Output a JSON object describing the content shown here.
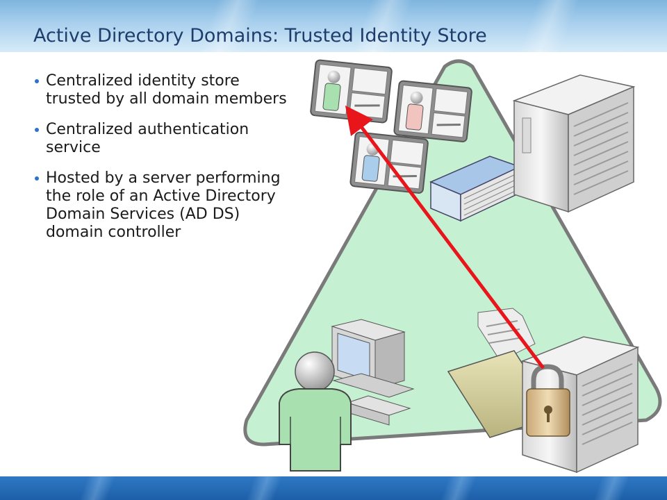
{
  "slide": {
    "title": "Active Directory Domains: Trusted Identity Store",
    "bullets": [
      "Centralized identity store trusted by all domain members",
      "Centralized authentication service",
      "Hosted by a server performing the role of an Active Directory Domain Services (AD DS) domain controller"
    ]
  },
  "colors": {
    "title": "#1f3d6b",
    "triangle_fill": "#c6f0d2",
    "arrow": "#e8151b",
    "band_top": "#a9d0ee",
    "band_bottom": "#1d5fa8",
    "bullet": "#2e74c6"
  },
  "icons": [
    "user-card-green-icon",
    "user-card-pink-icon",
    "user-card-blue-icon",
    "directory-book-icon",
    "server-tower-icon",
    "workstation-icon",
    "user-figure-icon",
    "folder-documents-icon",
    "padlock-icon",
    "authentication-arrow-icon"
  ]
}
